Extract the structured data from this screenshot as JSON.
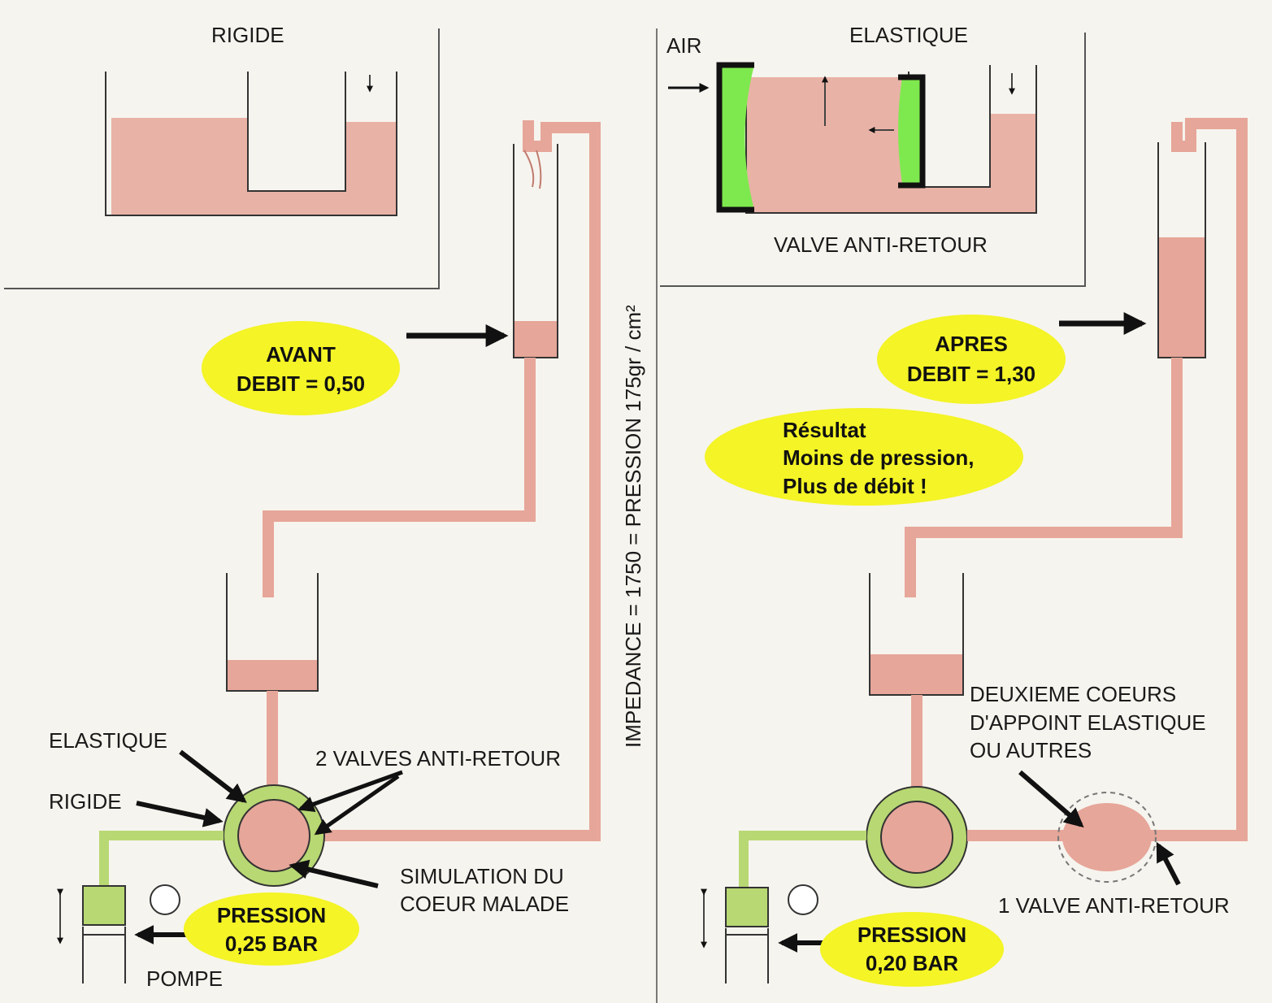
{
  "colors": {
    "paper": "#f6f4ee",
    "liquid": "#e6a699",
    "elastic_green": "#b8d873",
    "air_green": "#7ee94e",
    "highlight_yellow": "#f4f426",
    "ink": "#111111"
  },
  "central_label": "IMPEDANCE = 1750 = PRESSION 175gr / cm²",
  "left": {
    "inset_title": "RIGIDE",
    "flow_badge": {
      "line1": "AVANT",
      "line2": "DEBIT = 0,50"
    },
    "pressure_badge": {
      "line1": "PRESSION",
      "line2": "0,25 BAR"
    },
    "labels": {
      "elastique": "ELASTIQUE",
      "rigide": "RIGIDE",
      "valves": "2 VALVES ANTI-RETOUR",
      "simulation_1": "SIMULATION DU",
      "simulation_2": "COEUR MALADE",
      "pompe": "POMPE"
    }
  },
  "right": {
    "inset_title": "ELASTIQUE",
    "air_label": "AIR",
    "valve_label": "VALVE ANTI-RETOUR",
    "flow_badge": {
      "line1": "APRES",
      "line2": "DEBIT = 1,30"
    },
    "result_badge": {
      "line1": "Résultat",
      "line2": "Moins de pression,",
      "line3": "Plus de débit !"
    },
    "pressure_badge": {
      "line1": "PRESSION",
      "line2": "0,20 BAR"
    },
    "labels": {
      "second_heart_1": "DEUXIEME COEURS",
      "second_heart_2": "D'APPOINT ELASTIQUE",
      "second_heart_3": "OU AUTRES",
      "one_valve": "1 VALVE ANTI-RETOUR"
    }
  }
}
